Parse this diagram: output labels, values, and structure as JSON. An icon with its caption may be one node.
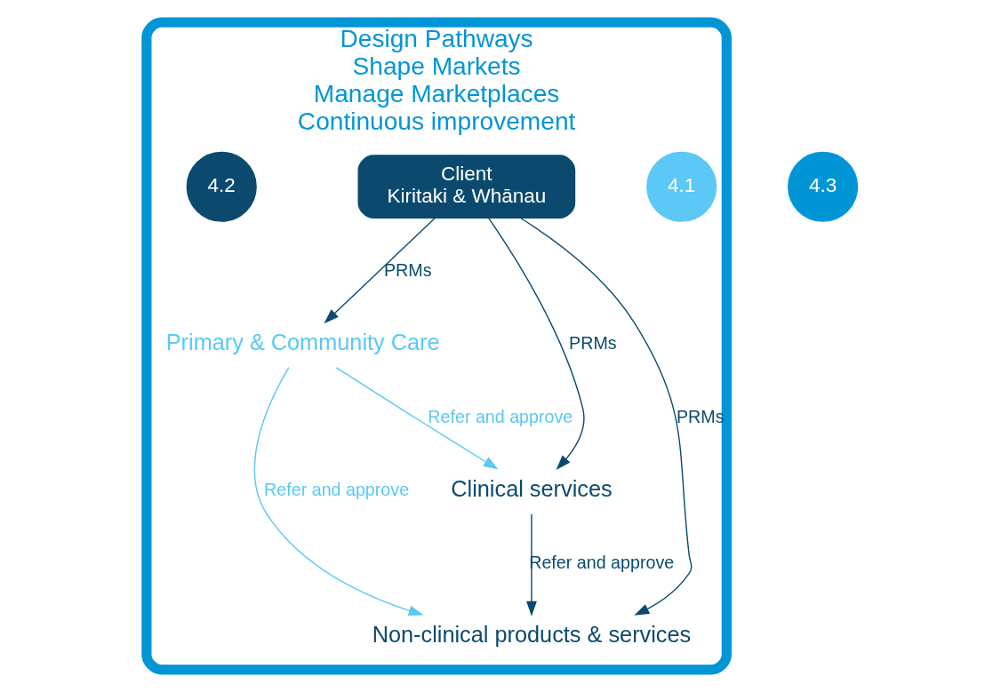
{
  "diagram": {
    "nodes": [
      {
        "text": [
          "Design Pathways",
          "Shape Markets",
          "Manage Marketplaces",
          "Continuous improvement"
        ]
      },
      {
        "text": [
          "Primary & Community Care"
        ],
        "in": 0
      },
      {
        "text": [
          "4.1"
        ],
        "in": 0
      },
      {
        "text": [
          "Client",
          "Kiritaki & Whānau"
        ],
        "in": 0
      },
      {
        "text": [
          "Clinical services"
        ],
        "in": 0
      },
      {
        "text": [
          "4.2"
        ],
        "in": 0
      },
      {
        "text": [
          "Non-clinical products & services"
        ],
        "in": 0
      },
      {
        "text": [
          "4.3"
        ]
      }
    ],
    "edges": [
      {
        "from": 1,
        "to": 4,
        "arrow": "to",
        "label": "Refer and approve",
        "color": "#5bc8f5"
      },
      {
        "from": 1,
        "to": 6,
        "arrow": "to",
        "label": "Refer and approve",
        "color": "#5bc8f5"
      },
      {
        "from": 3,
        "to": 1,
        "arrow": "to",
        "label": "PRMs"
      },
      {
        "from": 3,
        "to": 4,
        "arrow": "to",
        "label": "PRMs"
      },
      {
        "from": 3,
        "to": 6,
        "arrow": "to",
        "label": "PRMs"
      },
      {
        "from": 4,
        "to": 6,
        "arrow": "to",
        "label": "Refer and approve"
      }
    ]
  }
}
